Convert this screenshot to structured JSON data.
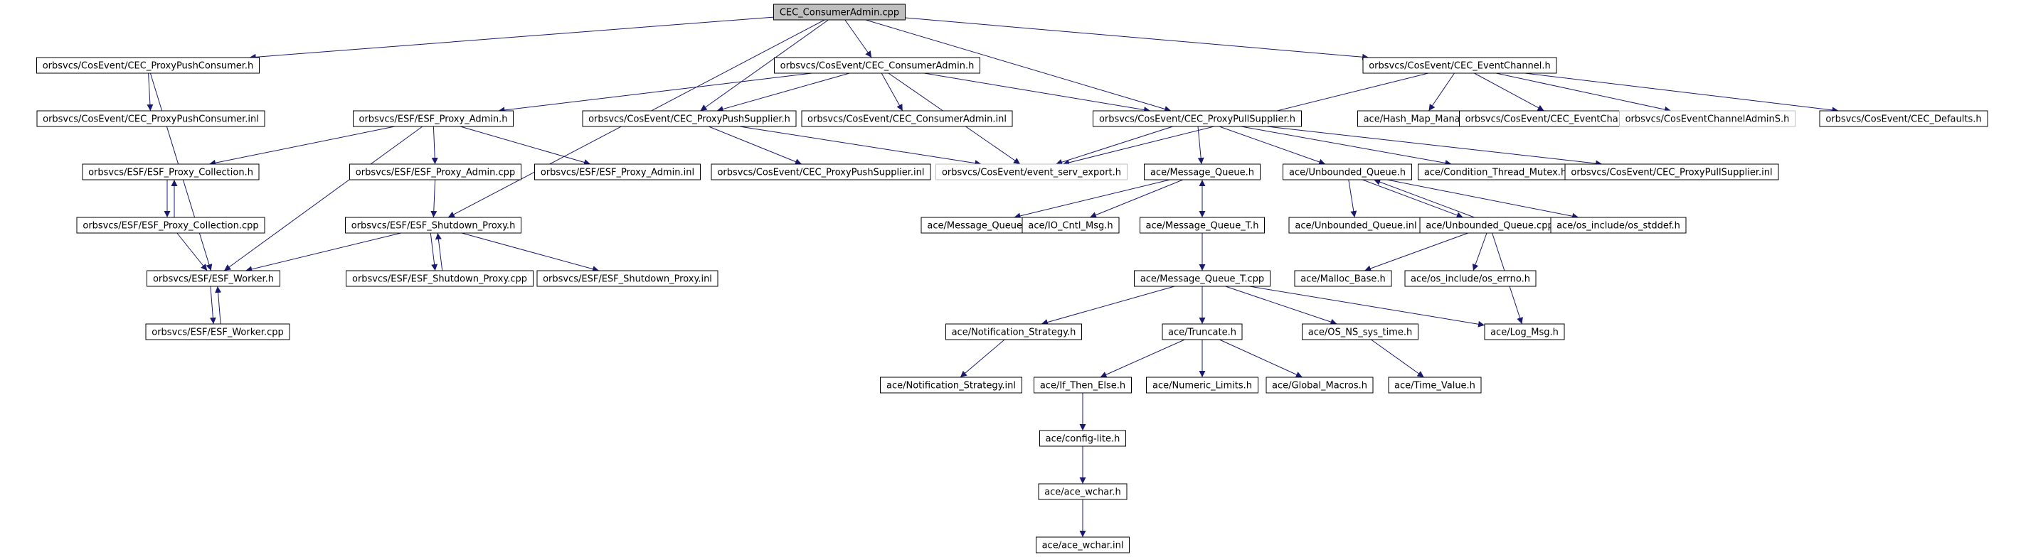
{
  "colors": {
    "edge": "#191970",
    "node_border": "#000000",
    "root_fill": "#bfbfbf",
    "node_fill": "#ffffff",
    "missing_border": "#bfbfbf"
  },
  "nodes": [
    {
      "id": "root",
      "label": "CEC_ConsumerAdmin.cpp",
      "root": true
    },
    {
      "id": "pushcons_h",
      "label": "orbsvcs/CosEvent/CEC_ProxyPushConsumer.h"
    },
    {
      "id": "consadmin_h",
      "label": "orbsvcs/CosEvent/CEC_ConsumerAdmin.h"
    },
    {
      "id": "evchan_h",
      "label": "orbsvcs/CosEvent/CEC_EventChannel.h"
    },
    {
      "id": "pushcons_inl",
      "label": "orbsvcs/CosEvent/CEC_ProxyPushConsumer.inl"
    },
    {
      "id": "proxyadmin_h",
      "label": "orbsvcs/ESF/ESF_Proxy_Admin.h"
    },
    {
      "id": "pushsup_h",
      "label": "orbsvcs/CosEvent/CEC_ProxyPushSupplier.h"
    },
    {
      "id": "consadmin_inl",
      "label": "orbsvcs/CosEvent/CEC_ConsumerAdmin.inl"
    },
    {
      "id": "pullsup_h",
      "label": "orbsvcs/CosEvent/CEC_ProxyPullSupplier.h"
    },
    {
      "id": "hashmap_h",
      "label": "ace/Hash_Map_Manager.h"
    },
    {
      "id": "evchan_inl",
      "label": "orbsvcs/CosEvent/CEC_EventChannel.inl"
    },
    {
      "id": "evchanadmins_h",
      "label": "orbsvcs/CosEventChannelAdminS.h",
      "missing": true
    },
    {
      "id": "defaults_h",
      "label": "orbsvcs/CosEvent/CEC_Defaults.h"
    },
    {
      "id": "proxycoll_h",
      "label": "orbsvcs/ESF/ESF_Proxy_Collection.h"
    },
    {
      "id": "proxyadmin_cpp",
      "label": "orbsvcs/ESF/ESF_Proxy_Admin.cpp"
    },
    {
      "id": "proxyadmin_inl",
      "label": "orbsvcs/ESF/ESF_Proxy_Admin.inl"
    },
    {
      "id": "pushsup_inl",
      "label": "orbsvcs/CosEvent/CEC_ProxyPushSupplier.inl"
    },
    {
      "id": "evservexport_h",
      "label": "orbsvcs/CosEvent/event_serv_export.h",
      "missing": true
    },
    {
      "id": "msgqueue_h",
      "label": "ace/Message_Queue.h"
    },
    {
      "id": "unbqueue_h",
      "label": "ace/Unbounded_Queue.h"
    },
    {
      "id": "condmutex_h",
      "label": "ace/Condition_Thread_Mutex.h"
    },
    {
      "id": "pullsup_inl",
      "label": "orbsvcs/CosEvent/CEC_ProxyPullSupplier.inl"
    },
    {
      "id": "proxycoll_cpp",
      "label": "orbsvcs/ESF/ESF_Proxy_Collection.cpp"
    },
    {
      "id": "shutdown_h",
      "label": "orbsvcs/ESF/ESF_Shutdown_Proxy.h"
    },
    {
      "id": "msgqueue_inl",
      "label": "ace/Message_Queue.inl"
    },
    {
      "id": "iocntl_h",
      "label": "ace/IO_Cntl_Msg.h"
    },
    {
      "id": "msgqueuet_h",
      "label": "ace/Message_Queue_T.h"
    },
    {
      "id": "unbqueue_inl",
      "label": "ace/Unbounded_Queue.inl"
    },
    {
      "id": "unbqueue_cpp",
      "label": "ace/Unbounded_Queue.cpp"
    },
    {
      "id": "osstddef_h",
      "label": "ace/os_include/os_stddef.h"
    },
    {
      "id": "worker_h",
      "label": "orbsvcs/ESF/ESF_Worker.h"
    },
    {
      "id": "shutdown_cpp",
      "label": "orbsvcs/ESF/ESF_Shutdown_Proxy.cpp"
    },
    {
      "id": "shutdown_inl",
      "label": "orbsvcs/ESF/ESF_Shutdown_Proxy.inl"
    },
    {
      "id": "msgqueuet_cpp",
      "label": "ace/Message_Queue_T.cpp"
    },
    {
      "id": "mallocbase_h",
      "label": "ace/Malloc_Base.h"
    },
    {
      "id": "oserrno_h",
      "label": "ace/os_include/os_errno.h"
    },
    {
      "id": "worker_cpp",
      "label": "orbsvcs/ESF/ESF_Worker.cpp"
    },
    {
      "id": "notifstrat_h",
      "label": "ace/Notification_Strategy.h"
    },
    {
      "id": "truncate_h",
      "label": "ace/Truncate.h"
    },
    {
      "id": "osnstime_h",
      "label": "ace/OS_NS_sys_time.h"
    },
    {
      "id": "logmsg_h",
      "label": "ace/Log_Msg.h"
    },
    {
      "id": "notifstrat_inl",
      "label": "ace/Notification_Strategy.inl"
    },
    {
      "id": "ifthenelse_h",
      "label": "ace/If_Then_Else.h"
    },
    {
      "id": "numlimits_h",
      "label": "ace/Numeric_Limits.h"
    },
    {
      "id": "globalmacros_h",
      "label": "ace/Global_Macros.h"
    },
    {
      "id": "timevalue_h",
      "label": "ace/Time_Value.h"
    },
    {
      "id": "configlite_h",
      "label": "ace/config-lite.h"
    },
    {
      "id": "acewchar_h",
      "label": "ace/ace_wchar.h"
    },
    {
      "id": "acewchar_inl",
      "label": "ace/ace_wchar.inl"
    }
  ],
  "edges": [
    [
      "root",
      "pushcons_h"
    ],
    [
      "root",
      "consadmin_h"
    ],
    [
      "root",
      "evchan_h"
    ],
    [
      "root",
      "pushsup_h"
    ],
    [
      "root",
      "pullsup_h"
    ],
    [
      "root",
      "shutdown_h"
    ],
    [
      "pushcons_h",
      "pushcons_inl"
    ],
    [
      "pushcons_h",
      "worker_h"
    ],
    [
      "consadmin_h",
      "proxyadmin_h"
    ],
    [
      "consadmin_h",
      "pushsup_h"
    ],
    [
      "consadmin_h",
      "consadmin_inl"
    ],
    [
      "consadmin_h",
      "pullsup_h"
    ],
    [
      "consadmin_h",
      "evservexport_h"
    ],
    [
      "evchan_h",
      "hashmap_h"
    ],
    [
      "evchan_h",
      "evchan_inl"
    ],
    [
      "evchan_h",
      "evchanadmins_h"
    ],
    [
      "evchan_h",
      "defaults_h"
    ],
    [
      "evchan_h",
      "evservexport_h"
    ],
    [
      "proxyadmin_h",
      "proxycoll_h"
    ],
    [
      "proxyadmin_h",
      "proxyadmin_cpp"
    ],
    [
      "proxyadmin_h",
      "proxyadmin_inl"
    ],
    [
      "proxyadmin_h",
      "worker_h"
    ],
    [
      "pushsup_h",
      "pushsup_inl"
    ],
    [
      "pushsup_h",
      "evservexport_h"
    ],
    [
      "pullsup_h",
      "evservexport_h"
    ],
    [
      "pullsup_h",
      "msgqueue_h"
    ],
    [
      "pullsup_h",
      "unbqueue_h"
    ],
    [
      "pullsup_h",
      "condmutex_h"
    ],
    [
      "pullsup_h",
      "pullsup_inl"
    ],
    [
      "proxycoll_h",
      "proxycoll_cpp"
    ],
    [
      "proxycoll_cpp",
      "proxycoll_h"
    ],
    [
      "proxycoll_cpp",
      "worker_h"
    ],
    [
      "proxyadmin_cpp",
      "shutdown_h"
    ],
    [
      "msgqueue_h",
      "msgqueue_inl"
    ],
    [
      "msgqueue_h",
      "iocntl_h"
    ],
    [
      "msgqueue_h",
      "msgqueuet_h"
    ],
    [
      "unbqueue_h",
      "unbqueue_inl"
    ],
    [
      "unbqueue_h",
      "unbqueue_cpp"
    ],
    [
      "unbqueue_h",
      "osstddef_h"
    ],
    [
      "unbqueue_cpp",
      "unbqueue_h"
    ],
    [
      "unbqueue_cpp",
      "mallocbase_h"
    ],
    [
      "unbqueue_cpp",
      "oserrno_h"
    ],
    [
      "unbqueue_cpp",
      "logmsg_h"
    ],
    [
      "shutdown_h",
      "worker_h"
    ],
    [
      "shutdown_h",
      "shutdown_cpp"
    ],
    [
      "shutdown_h",
      "shutdown_inl"
    ],
    [
      "shutdown_cpp",
      "shutdown_h"
    ],
    [
      "msgqueuet_h",
      "msgqueuet_cpp"
    ],
    [
      "msgqueuet_cpp",
      "msgqueue_h"
    ],
    [
      "msgqueuet_cpp",
      "notifstrat_h"
    ],
    [
      "msgqueuet_cpp",
      "truncate_h"
    ],
    [
      "msgqueuet_cpp",
      "osnstime_h"
    ],
    [
      "msgqueuet_cpp",
      "logmsg_h"
    ],
    [
      "worker_h",
      "worker_cpp"
    ],
    [
      "worker_cpp",
      "worker_h"
    ],
    [
      "notifstrat_h",
      "notifstrat_inl"
    ],
    [
      "truncate_h",
      "ifthenelse_h"
    ],
    [
      "truncate_h",
      "numlimits_h"
    ],
    [
      "truncate_h",
      "globalmacros_h"
    ],
    [
      "osnstime_h",
      "timevalue_h"
    ],
    [
      "ifthenelse_h",
      "configlite_h"
    ],
    [
      "configlite_h",
      "acewchar_h"
    ],
    [
      "acewchar_h",
      "acewchar_inl"
    ]
  ]
}
